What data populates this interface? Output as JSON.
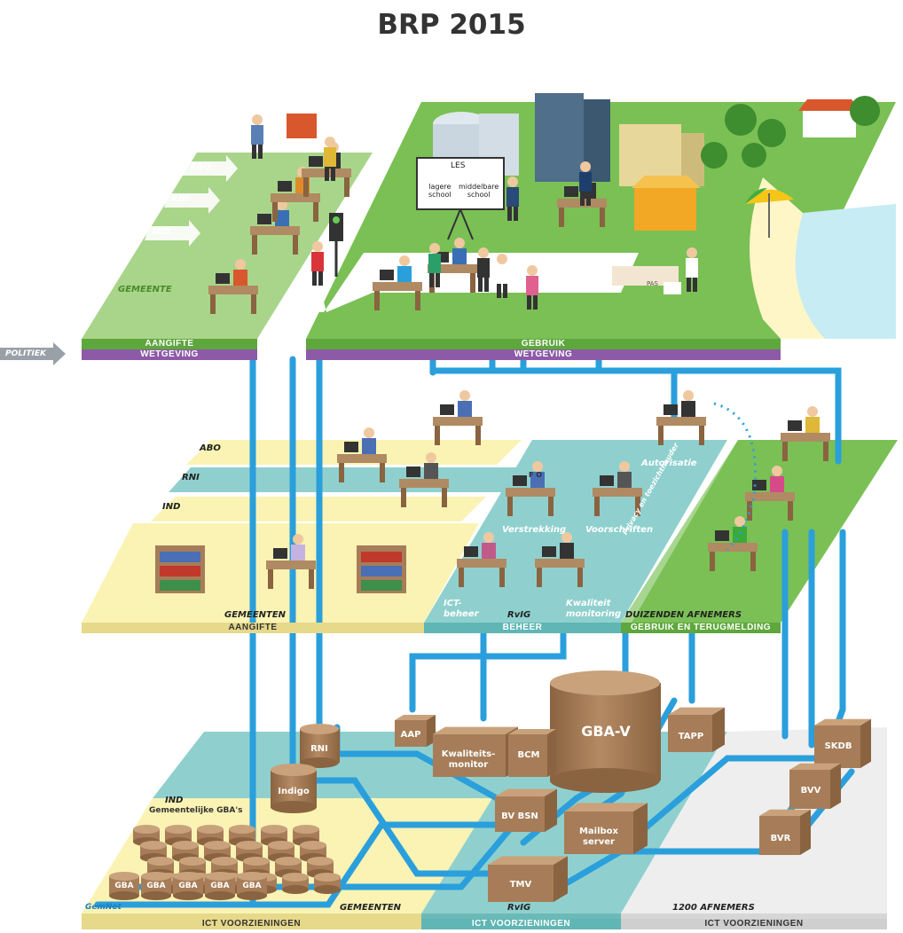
{
  "title": "BRP 2015",
  "top_level": {
    "left_streams": [
      "ABO",
      "RNI",
      "IND"
    ],
    "gemeente": "GEMEENTE",
    "politiek": "POLITIEK",
    "bar_left": [
      "AANGIFTE",
      "WETGEVING"
    ],
    "bar_right": [
      "GEBRUIK",
      "WETGEVING"
    ],
    "les_board": {
      "title": "LES",
      "left": [
        "lagere",
        "school"
      ],
      "right": [
        "middelbare",
        "school"
      ]
    },
    "pas": "PAS"
  },
  "middle_level": {
    "strips": [
      "ABO",
      "RNI",
      "IND"
    ],
    "gemeenten": "GEMEENTEN",
    "aangifte": "AANGIFTE",
    "beheer_labels": [
      "Autorisatie",
      "Verstrekking",
      "Voorschriften",
      "ICT-",
      "beheer",
      "RvIG",
      "Kwaliteit",
      "monitoring"
    ],
    "beheer_bar": "BEHEER",
    "privacy": "Privacy en toezichthouder",
    "afnemers": "DUIZENDEN AFNEMERS",
    "afnemers_bar": "GEBRUIK EN TERUGMELDING",
    "fo": "F O"
  },
  "bottom_level": {
    "gba_v": "GBA-V",
    "aap": "AAP",
    "kwaliteitsmonitor": [
      "Kwaliteits-",
      "monitor"
    ],
    "bcm": "BCM",
    "tapp": "TAPP",
    "skdb": "SKDB",
    "bvv": "BVV",
    "bvr": "BVR",
    "rni": "RNI",
    "indigo": "Indigo",
    "ind": "IND",
    "gemeentelijke": "Gemeentelijke GBA's",
    "bv_bsn": "BV BSN",
    "mailbox": [
      "Mailbox",
      "server"
    ],
    "tmv": "TMV",
    "gba": "GBA",
    "gemnet": "GemNet",
    "gemeenten": "GEMEENTEN",
    "rvig": "RvIG",
    "afnemers": "1200 AFNEMERS",
    "ict": [
      "ICT VOORZIENINGEN",
      "ICT VOORZIENINGEN",
      "ICT VOORZIENINGEN"
    ]
  },
  "colors": {
    "grass": "#7ac055",
    "grass_light": "#a9d58a",
    "grass_dark": "#5e9a3d",
    "cream": "#faf3b4",
    "teal": "#8fd0ce",
    "gray_plat": "#eeeeee",
    "purple": "#8d5aa8",
    "green_bar": "#5ea73c",
    "pipe": "#2a9fdc",
    "box": "#a67d58",
    "box_top": "#c9a27b",
    "box_side": "#8a6340"
  }
}
